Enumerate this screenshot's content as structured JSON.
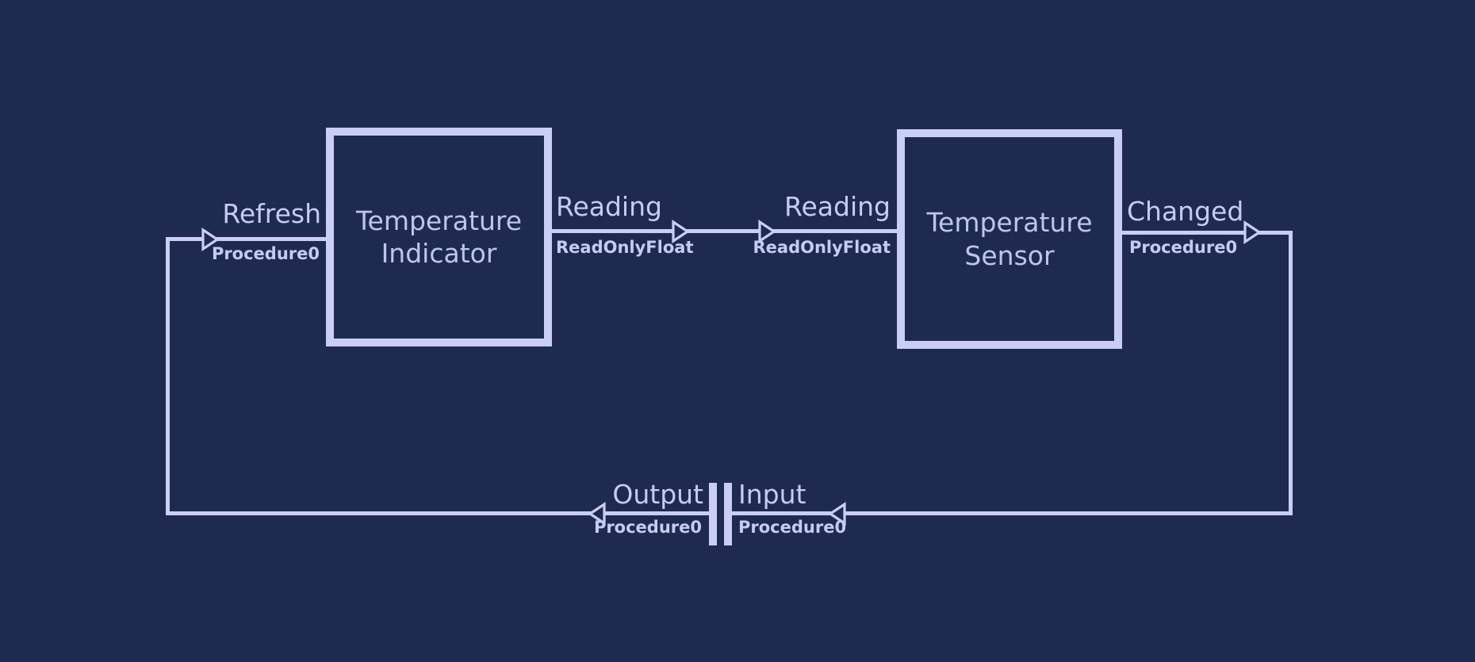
{
  "colors": {
    "background": "#1F2B4E",
    "line": "#C9CFF4",
    "label_text": "#C5CCF2",
    "title_text": "#BDC5EF"
  },
  "diagram": {
    "blocks": {
      "indicator": {
        "title_line1": "Temperature",
        "title_line2": "Indicator"
      },
      "sensor": {
        "title_line1": "Temperature",
        "title_line2": "Sensor"
      }
    },
    "ports": {
      "refresh": {
        "label": "Refresh",
        "type": "Procedure0"
      },
      "reading_out": {
        "label": "Reading",
        "type": "ReadOnlyFloat"
      },
      "reading_in": {
        "label": "Reading",
        "type": "ReadOnlyFloat"
      },
      "changed": {
        "label": "Changed",
        "type": "Procedure0"
      },
      "output": {
        "label": "Output",
        "type": "Procedure0"
      },
      "input": {
        "label": "Input",
        "type": "Procedure0"
      }
    }
  }
}
